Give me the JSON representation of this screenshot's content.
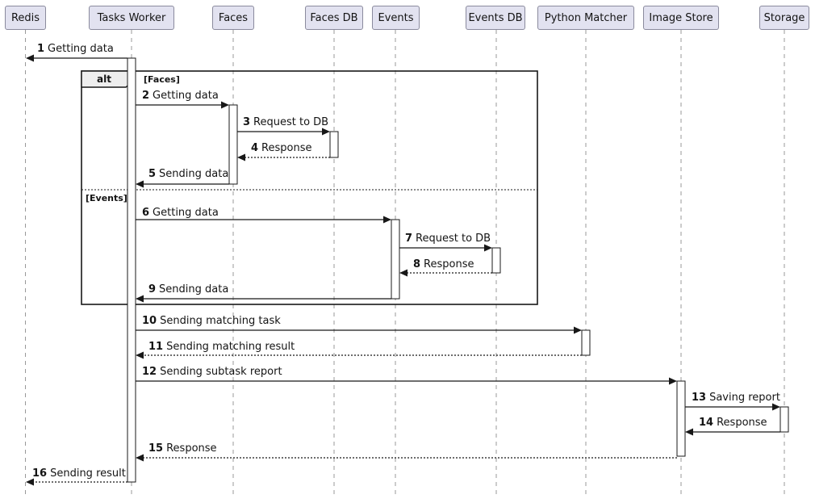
{
  "diagram": {
    "type": "uml-sequence-diagram",
    "participants": [
      {
        "name": "Redis"
      },
      {
        "name": "Tasks Worker"
      },
      {
        "name": "Faces"
      },
      {
        "name": "Faces DB"
      },
      {
        "name": "Events"
      },
      {
        "name": "Events DB"
      },
      {
        "name": "Python Matcher"
      },
      {
        "name": "Image Store"
      },
      {
        "name": "Storage"
      }
    ],
    "alt_frame": {
      "operator": "alt",
      "guard_faces": "[Faces]",
      "guard_events": "[Events]"
    },
    "messages": [
      {
        "num": "1",
        "text": "Getting data",
        "from": "Tasks Worker",
        "to": "Redis",
        "line": "solid"
      },
      {
        "num": "2",
        "text": "Getting data",
        "from": "Tasks Worker",
        "to": "Faces",
        "line": "solid"
      },
      {
        "num": "3",
        "text": "Request to DB",
        "from": "Faces",
        "to": "Faces DB",
        "line": "solid"
      },
      {
        "num": "4",
        "text": "Response",
        "from": "Faces DB",
        "to": "Faces",
        "line": "dashed"
      },
      {
        "num": "5",
        "text": "Sending data",
        "from": "Faces",
        "to": "Tasks Worker",
        "line": "solid"
      },
      {
        "num": "6",
        "text": "Getting data",
        "from": "Tasks Worker",
        "to": "Events",
        "line": "solid"
      },
      {
        "num": "7",
        "text": "Request to DB",
        "from": "Events",
        "to": "Events DB",
        "line": "solid"
      },
      {
        "num": "8",
        "text": "Response",
        "from": "Events DB",
        "to": "Events",
        "line": "dashed"
      },
      {
        "num": "9",
        "text": "Sending data",
        "from": "Events",
        "to": "Tasks Worker",
        "line": "solid"
      },
      {
        "num": "10",
        "text": "Sending matching task",
        "from": "Tasks Worker",
        "to": "Python Matcher",
        "line": "solid"
      },
      {
        "num": "11",
        "text": "Sending matching result",
        "from": "Python Matcher",
        "to": "Tasks Worker",
        "line": "dashed"
      },
      {
        "num": "12",
        "text": "Sending subtask report",
        "from": "Tasks Worker",
        "to": "Image Store",
        "line": "solid"
      },
      {
        "num": "13",
        "text": "Saving report",
        "from": "Image Store",
        "to": "Storage",
        "line": "solid"
      },
      {
        "num": "14",
        "text": "Response",
        "from": "Storage",
        "to": "Image Store",
        "line": "solid"
      },
      {
        "num": "15",
        "text": "Response",
        "from": "Image Store",
        "to": "Tasks Worker",
        "line": "dashed"
      },
      {
        "num": "16",
        "text": "Sending result",
        "from": "Tasks Worker",
        "to": "Redis",
        "line": "dashed"
      }
    ],
    "colors": {
      "participant_fill": "#E2E2F0",
      "participant_border": "#8a8a9d",
      "lifeline": "#999999",
      "line": "#181818",
      "activation_fill": "#FFFFFF",
      "frame_label_fill": "#EEEEEE",
      "background": "#FFFFFF"
    }
  }
}
